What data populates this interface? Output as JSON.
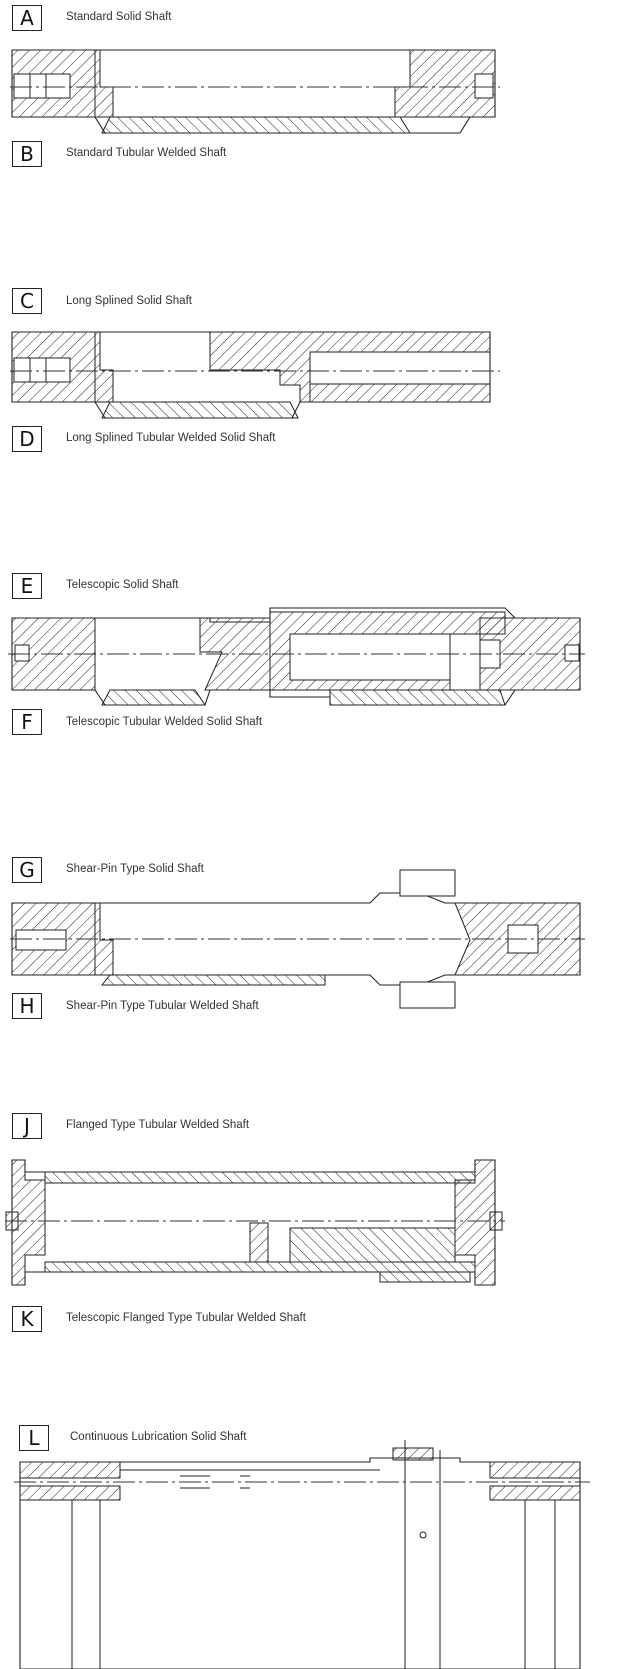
{
  "panels": [
    {
      "letter": "A",
      "label": "Standard Solid Shaft"
    },
    {
      "letter": "B",
      "label": "Standard Tubular Welded Shaft"
    },
    {
      "letter": "C",
      "label": "Long Splined Solid Shaft"
    },
    {
      "letter": "D",
      "label": "Long Splined Tubular Welded Solid Shaft"
    },
    {
      "letter": "E",
      "label": "Telescopic Solid Shaft"
    },
    {
      "letter": "F",
      "label": "Telescopic Tubular Welded Solid Shaft"
    },
    {
      "letter": "G",
      "label": "Shear-Pin Type Solid Shaft"
    },
    {
      "letter": "H",
      "label": "Shear-Pin Type Tubular Welded Shaft"
    },
    {
      "letter": "J",
      "label": "Flanged Type Tubular Welded Shaft"
    },
    {
      "letter": "K",
      "label": "Telescopic Flanged Type Tubular Welded Shaft"
    },
    {
      "letter": "L",
      "label": "Continuous Lubrication Solid Shaft"
    }
  ]
}
